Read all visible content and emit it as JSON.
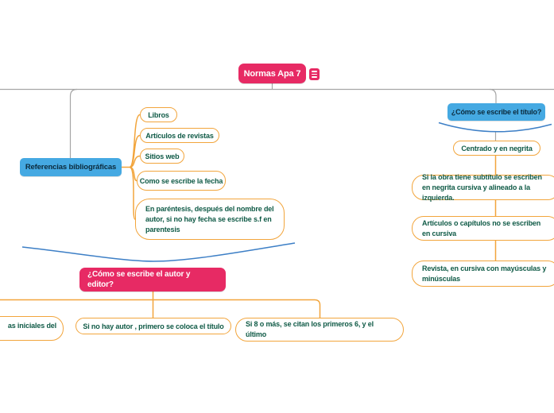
{
  "root": {
    "label": "Normas Apa 7",
    "menu_icon": "hamburger-menu"
  },
  "referencias": {
    "label": "Referencias bibliográficas",
    "children": [
      "Libros",
      "Artículos de revistas",
      "Sitios web",
      "Como se escribe la fecha",
      "En paréntesis, después del nombre del autor, si no hay fecha se escribe s.f en parentesis"
    ]
  },
  "titulo": {
    "label": "¿Cómo se escribe el título?",
    "children": [
      "Centrado y en negrita",
      "Si la obra tiene subtítulo se escriben en negrita cursiva y alineado a la izquierda.",
      "Artículos o capítulos no se escriben en cursiva",
      "Revista, en cursiva con mayúsculas y minúsculas"
    ]
  },
  "autor": {
    "label": "¿Cómo se escribe el autor y editor?",
    "children": [
      "as iniciales del",
      "Si no hay autor , primero se coloca el título",
      "Si 8 o más, se citan los primeros 6, y el último"
    ]
  },
  "colors": {
    "node_pink": "#e72a64",
    "node_blue": "#45a9e2",
    "outline_orange": "#f2a53c",
    "text_green": "#0f5a46",
    "connector_gray": "#a6a6a6",
    "curve_blue": "#3d7fc6"
  }
}
